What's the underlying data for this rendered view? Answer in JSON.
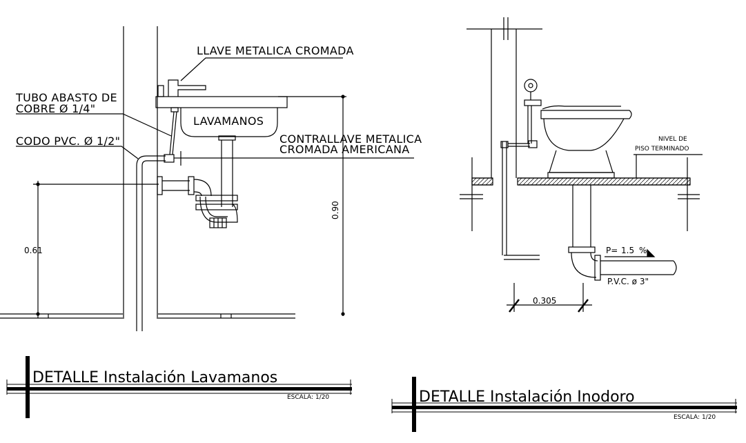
{
  "lavamanos": {
    "labels": {
      "llave": "LLAVE METALICA CROMADA",
      "tubo_line1": "TUBO ABASTO DE",
      "tubo_line2": "COBRE Ø 1/4\"",
      "codo": "CODO PVC. Ø 1/2\"",
      "lavamanos": "LAVAMANOS",
      "contrallave_line1": "CONTRALLAVE METALICA",
      "contrallave_line2": "CROMADA AMERICANA"
    },
    "dimensions": {
      "height_left": "0.61",
      "height_right": "0.90"
    },
    "title": "DETALLE Instalación Lavamanos",
    "scale": "ESCALA: 1/20"
  },
  "inodoro": {
    "labels": {
      "nivel_line1": "NIVEL DE",
      "nivel_line2": "PISO TERMINADO",
      "slope_prefix": "P=",
      "slope_value": "1.5",
      "slope_unit": "%",
      "pipe": "P.V.C.  ø  3\""
    },
    "dimensions": {
      "width": "0.305"
    },
    "title": "DETALLE Instalación Inodoro",
    "scale": "ESCALA: 1/20"
  }
}
